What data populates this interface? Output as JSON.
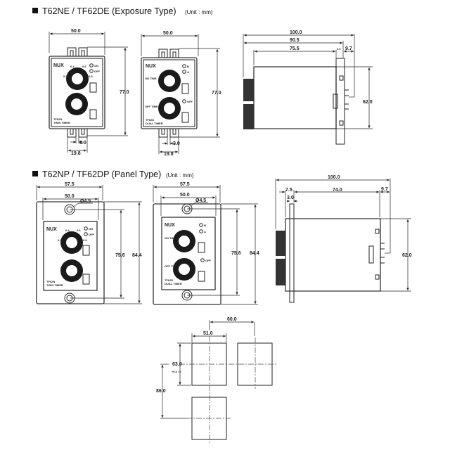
{
  "sections": {
    "exposure": {
      "title": "T62NE / TF62DE (Exposure Type)",
      "unit": "(Unit : mm)"
    },
    "panel": {
      "title": "T62NP / TF62DP (Panel Type)",
      "unit": "(Unit : mm)"
    }
  },
  "brand": "NUX",
  "twin": {
    "model": "TF62N",
    "name": "TWIN TIMER",
    "led1": "ON",
    "led2": "OFF",
    "scale": [
      "0.4",
      "0.6",
      "0.2",
      "0.8"
    ]
  },
  "dual": {
    "model": "TF62D",
    "name": "DUAL TIMER",
    "led1": "B",
    "led2": "A",
    "led3": "OFF",
    "on_time": "ON TIME",
    "off_time": "OFF TIME"
  },
  "dims": {
    "width": "50.0",
    "height": "77.0",
    "pin_gap": "3.0",
    "pin_span": "19.8",
    "depth": "100.0",
    "depth2": "90.5",
    "depth3": "75.5",
    "rail": "6.0",
    "pin": "9.7",
    "side_h": "62.0",
    "plate_w": "57.5",
    "hole": "Ø4.5",
    "hole_pitch": "75.6",
    "plate_h": "84.4",
    "bezel": "7.5",
    "panel_t": "3.0",
    "body_d": "74.0",
    "cut_pitch_x": "60.0",
    "cut_w": "51.0",
    "cut_h": "63.0",
    "cut_tol": "+0.6 / 0",
    "cut_pitch_y": "86.0"
  }
}
